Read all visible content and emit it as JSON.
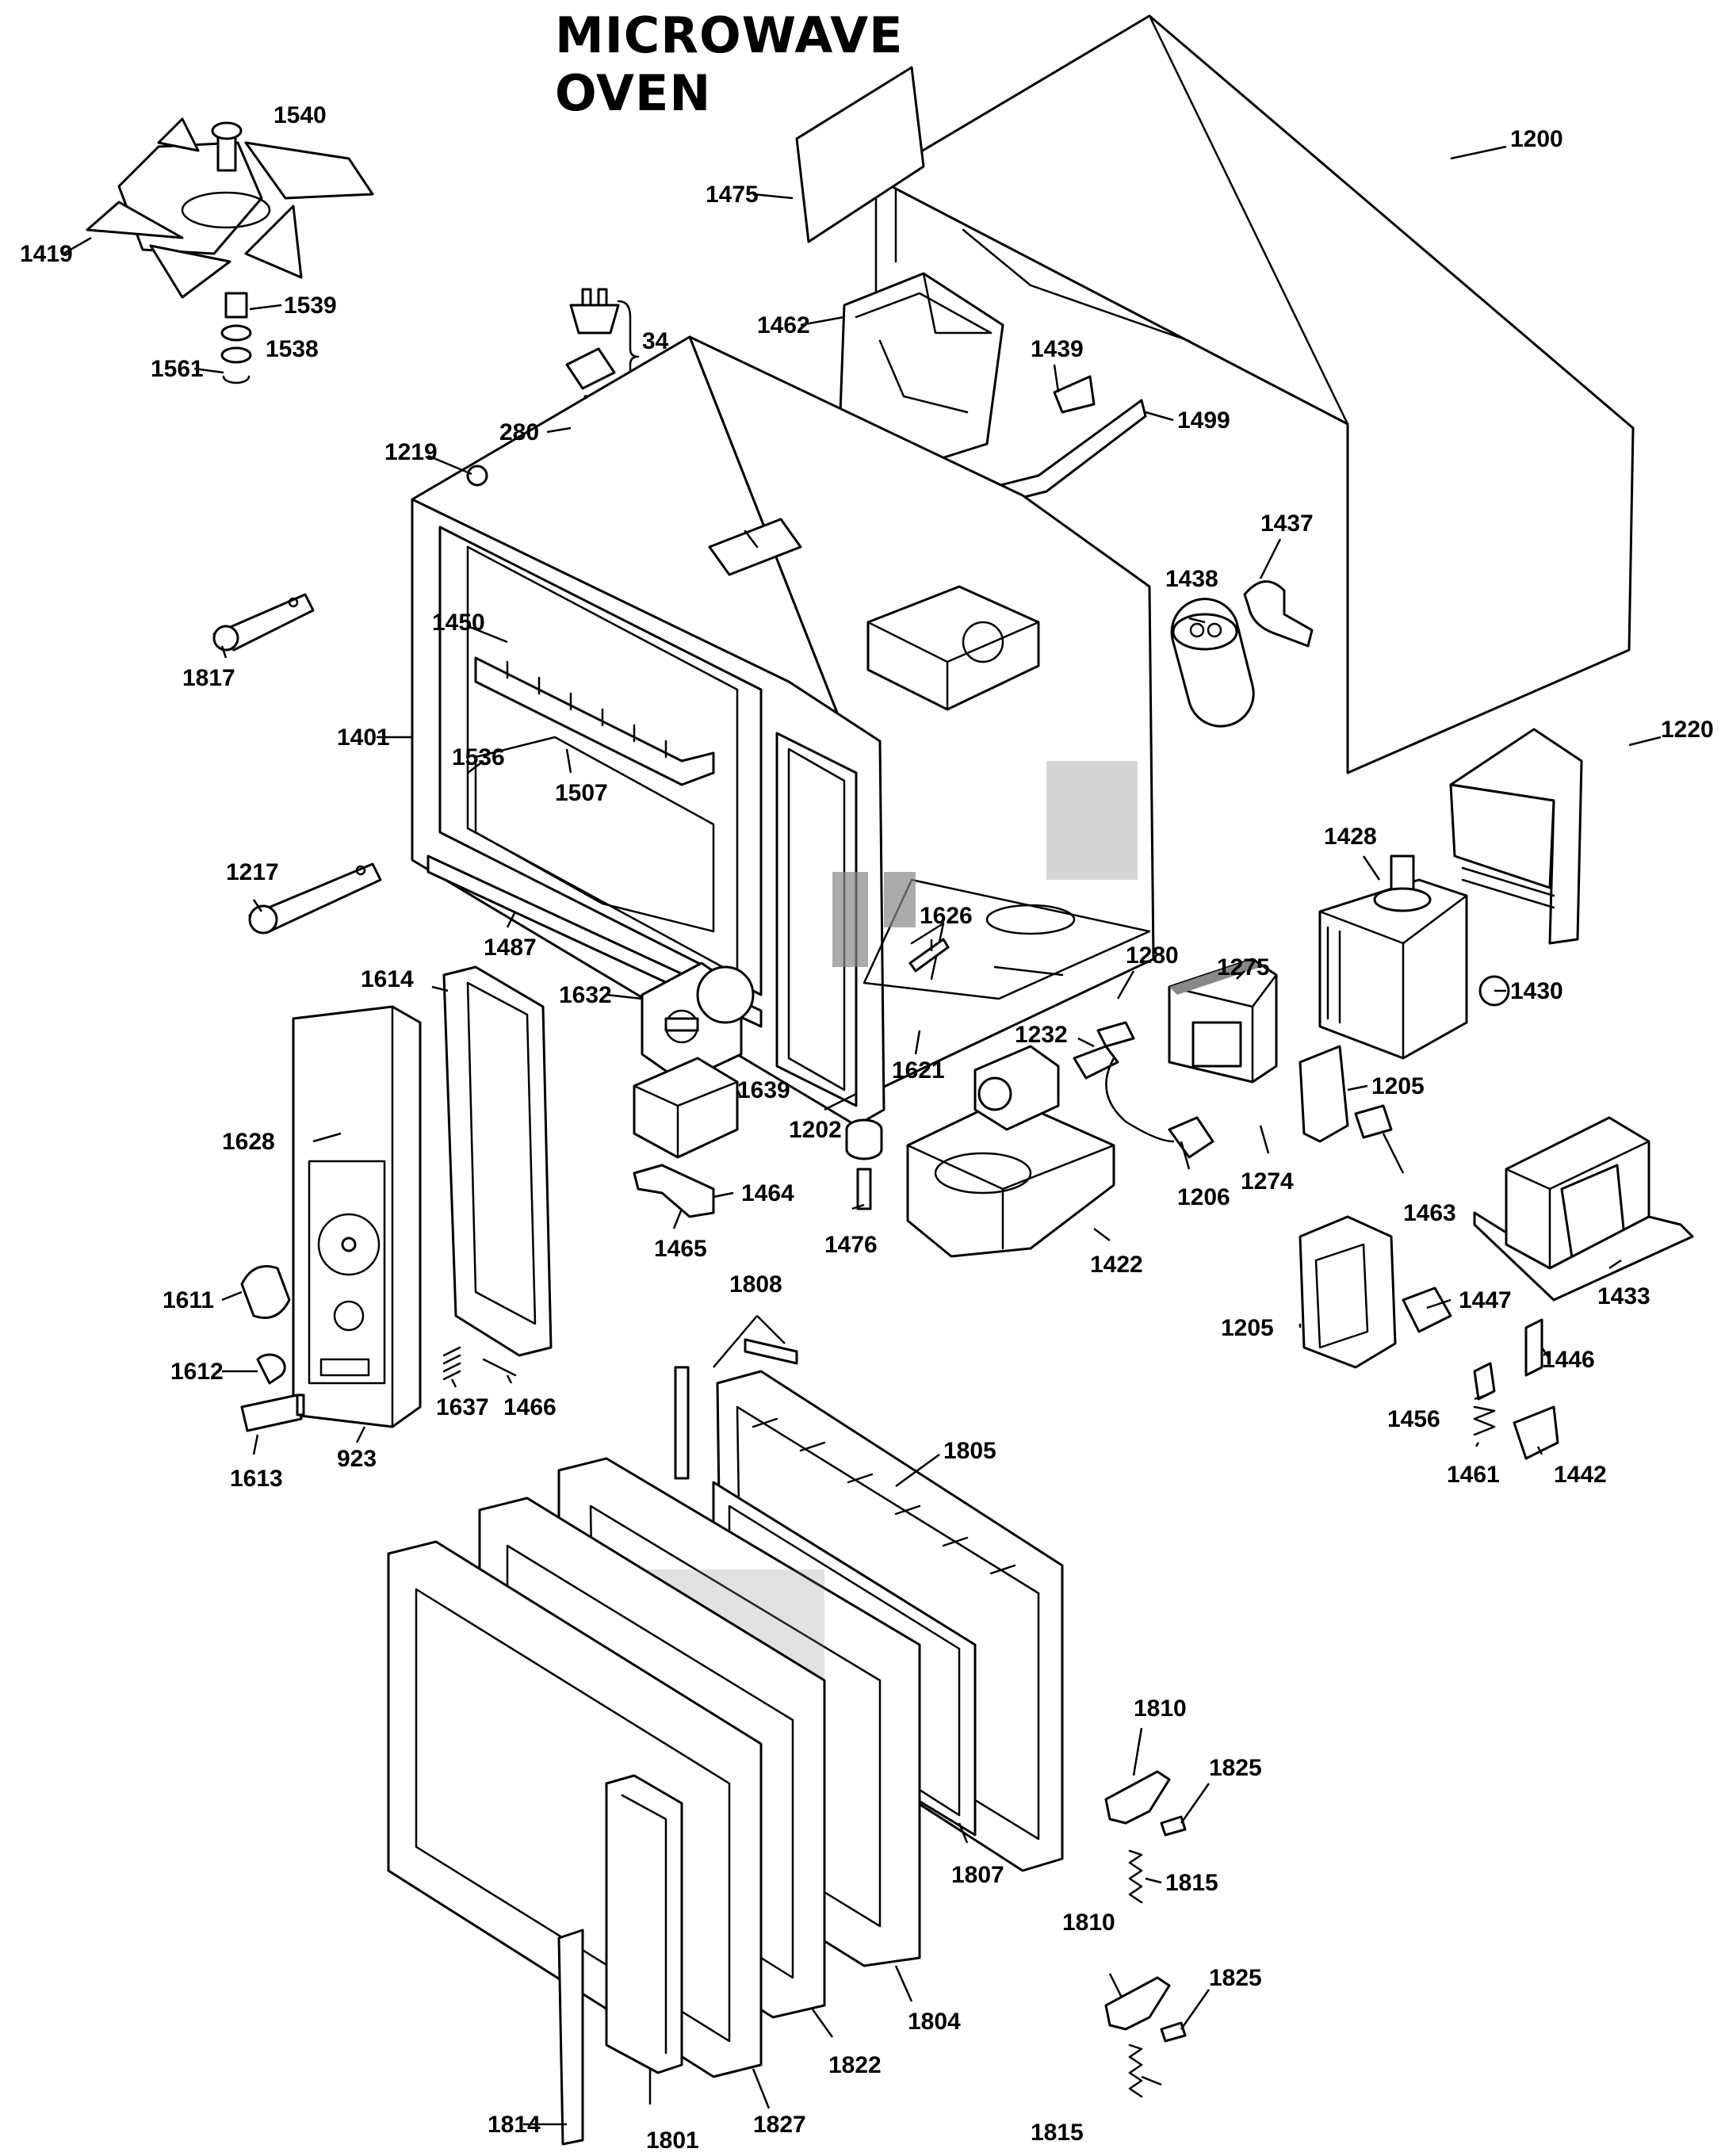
{
  "title": "MICROWAVE OVEN",
  "labels": [
    "1540",
    "1200",
    "1475",
    "1419",
    "1539",
    "1538",
    "1561",
    "34",
    "1462",
    "1439",
    "1499",
    "280",
    "1219",
    "1437",
    "1438",
    "1817",
    "1450",
    "1401",
    "1536",
    "1507",
    "1220",
    "1428",
    "1217",
    "1487",
    "1626",
    "1280",
    "1275",
    "1430",
    "1614",
    "1632",
    "1232",
    "1205",
    "1621",
    "1639",
    "1628",
    "1202",
    "1206",
    "1274",
    "1463",
    "1464",
    "1465",
    "1476",
    "1422",
    "1433",
    "1808",
    "1611",
    "1447",
    "1612",
    "1637",
    "1466",
    "1446",
    "1456",
    "1613",
    "923",
    "1461",
    "1442",
    "1805",
    "1810",
    "1825",
    "1807",
    "1815",
    "1804",
    "1822",
    "1814",
    "1801",
    "1827"
  ]
}
